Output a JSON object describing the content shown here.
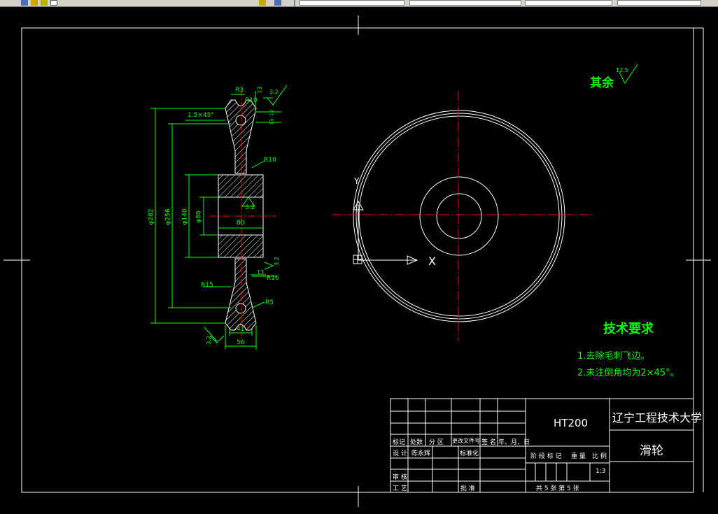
{
  "toolbar": {
    "fields": [
      "",
      "",
      "",
      "",
      ""
    ],
    "style_field": ""
  },
  "drawing": {
    "roughness_note": "其余",
    "roughness_value": "12.5",
    "tech_title": "技术要求",
    "tech_items": [
      "1.去除毛刺飞边。",
      "2.未注倒角均为2×45°。"
    ],
    "axis_x_label": "X",
    "axis_y_label": "Y"
  },
  "dimensions": {
    "r3": "R3",
    "r10": "R10",
    "d13_top": "13",
    "rough_32_top": "3.2",
    "chamfer": "1.5×45°",
    "d12": "12",
    "d15": "15",
    "r10b": "R10",
    "dia282": "φ282",
    "dia256": "φ256",
    "dia140": "φ140",
    "dia80": "φ80",
    "w80": "80",
    "rough_32_mid": "3.2",
    "rough_32_right": "3.2",
    "r15": "R15",
    "r16": "R16",
    "d13_bot": "13",
    "r5": "R5",
    "w41": "41",
    "w56": "56",
    "rough_32_left": "3.2"
  },
  "title_block": {
    "material": "HT200",
    "school": "辽宁工程技术大学",
    "part_name": "滑轮",
    "row_headers": [
      "标记",
      "处数",
      "分 区",
      "更改文件号",
      "签 名",
      "年、月、日"
    ],
    "design": "设 计",
    "designer": "陈永辉",
    "standardize": "标准化",
    "review": "审 核",
    "process": "工 艺",
    "approve": "批 准",
    "stage_label": "阶 段 标 记",
    "weight_label": "重 量",
    "scale_label": "比 例",
    "scale": "1:3",
    "sheet_info": "共 5  张   第  5 张"
  }
}
